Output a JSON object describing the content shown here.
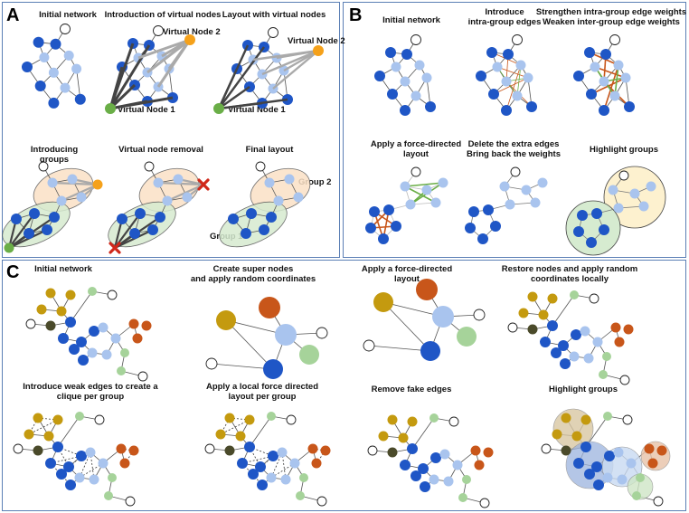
{
  "panels": {
    "A": {
      "letter": "A",
      "titles": {
        "initial": "Initial network",
        "intro_virtual": "Introduction of virtual nodes",
        "layout_virtual": "Layout with virtual nodes",
        "intro_groups": "Introducing\ngroups",
        "virtual_removal": "Virtual node removal",
        "final_layout": "Final layout"
      },
      "labels": {
        "vn2_a": "Virtual Node 2",
        "vn1_a": "Virtual Node 1",
        "vn2_b": "Virtual Node 2",
        "vn1_b": "Virtual Node 1",
        "group2": "Group 2",
        "group1": "Group 1"
      }
    },
    "B": {
      "letter": "B",
      "titles": {
        "initial": "Initial network",
        "intra": "Introduce\nintra-group edges",
        "strengthen": "Strengthen intra-group edge weights\nWeaken inter-group edge weights",
        "force": "Apply a force-directed\nlayout",
        "delete": "Delete the extra edges\nBring back the weights",
        "highlight": "Highlight groups"
      }
    },
    "C": {
      "letter": "C",
      "titles": {
        "initial": "Initial network",
        "super": "Create super nodes\nand apply random coordinates",
        "force": "Apply a force-directed\nlayout",
        "restore": "Restore nodes and apply random\ncoordinates locally",
        "weak": "Introduce weak edges to create a\nclique per group",
        "local": "Apply a local force directed\nlayout per group",
        "remove": "Remove fake edges",
        "highlight": "Highlight groups"
      }
    }
  },
  "colors": {
    "dark_blue": "#1f56c6",
    "light_blue": "#a9c4ee",
    "orange_node": "#f5a11a",
    "green_node": "#6aae47",
    "gold": "#c49a0f",
    "rust": "#c8561a",
    "light_green": "#a6d39a",
    "group_orange_fill": "#fbe1c6",
    "group_green_fill": "#d6ebd0",
    "red_x": "#d0281a",
    "panel_border": "#5b7fb5"
  }
}
